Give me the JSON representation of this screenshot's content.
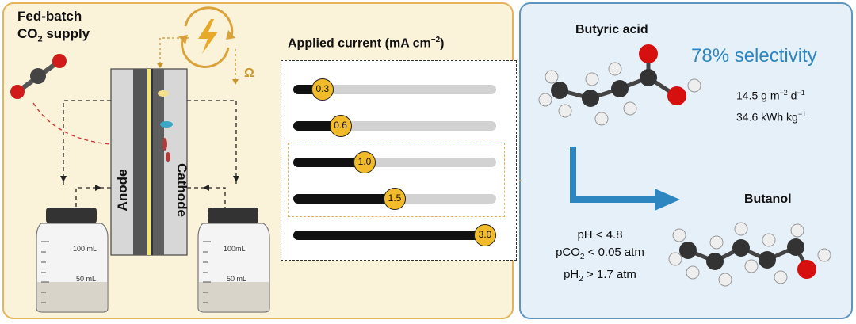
{
  "left_panel": {
    "title_line1": "Fed-batch",
    "title_line2_a": "CO",
    "title_line2_sub": "2",
    "title_line2_b": " supply",
    "ohm_label": "Ω",
    "anode_label": "Anode",
    "cathode_label": "Cathode",
    "bottle_left": {
      "mark_100": "100 mL",
      "mark_50": "50 mL"
    },
    "bottle_right": {
      "mark_100": "100mL",
      "mark_50": "50 mL"
    }
  },
  "current_panel": {
    "title": "Applied current (mA cm",
    "title_sup": "−2",
    "title_end": ")",
    "max_value": 3.0,
    "levels": [
      {
        "label": "0.3",
        "value": 0.3
      },
      {
        "label": "0.6",
        "value": 0.6
      },
      {
        "label": "1.0",
        "value": 1.0
      },
      {
        "label": "1.5",
        "value": 1.5
      },
      {
        "label": "3.0",
        "value": 3.0
      }
    ],
    "highlighted_levels": [
      "1.0",
      "1.5"
    ],
    "knob_color": "#f2bb2b"
  },
  "right_panel": {
    "butyric_label": "Butyric acid",
    "selectivity": "78% selectivity",
    "rate_a": "14.5 g m",
    "rate_sup1": "−2",
    "rate_b": " d",
    "rate_sup2": "−1",
    "energy_a": "34.6 kWh kg",
    "energy_sup": "−1",
    "butanol_label": "Butanol",
    "cond1": "pH < 4.8",
    "cond2_a": "pCO",
    "cond2_sub": "2",
    "cond2_b": " < 0.05 atm",
    "cond3_a": "pH",
    "cond3_sub": "2",
    "cond3_b": " > 1.7 atm",
    "accent_color": "#2e86c1"
  }
}
